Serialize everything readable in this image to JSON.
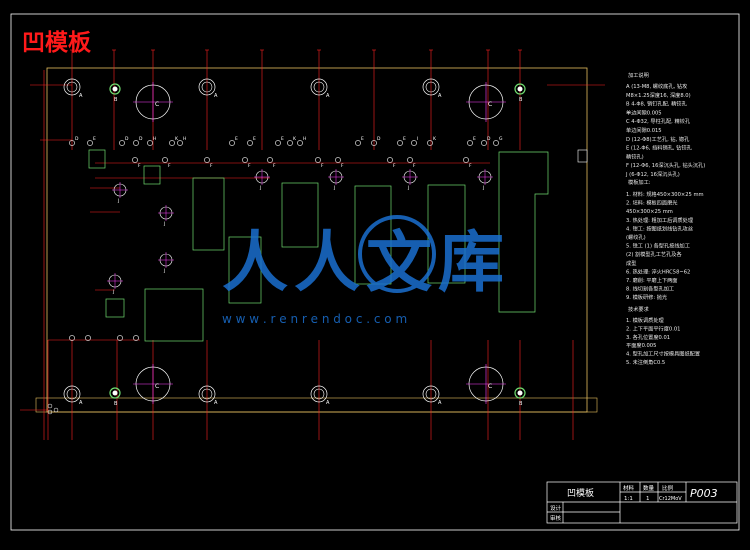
{
  "drawing": {
    "title": "凹模板",
    "watermark_text": "人人文库",
    "watermark_url": "w w w . r e n r e n d o c . c o m",
    "colors": {
      "background": "#000000",
      "outline": "#ffffff",
      "plate": "#e8c060",
      "dimension": "#ff2020",
      "holes": "#ffffff",
      "pockets": "#6fdc6f",
      "center_marks": "#ff40ff",
      "watermark": "#1a6fcf",
      "title_red": "#ff1a1a"
    },
    "hole_labels": [
      "A",
      "B",
      "C",
      "D",
      "E",
      "F",
      "G",
      "H",
      "I",
      "J",
      "K"
    ],
    "notes_heading_1": "加工说明",
    "notes_1": [
      "A  (13-M8, 螺纹底孔, 钻攻",
      "    M8×1.25深度16, 深度8.0)",
      "B  4-Φ8, 销钉孔配, 精铰孔",
      "    单边间隙0.005",
      "C  4-Φ32, 导柱孔配, 精铰孔",
      "    单边间隙0.015",
      "D  (12-Φ8)工艺孔, 钻, 锪孔",
      "E  (12-Φ6, 挡料销孔, 钻铰孔",
      "    精铰孔)",
      "F  (12-Φ6, 16深沉头孔, 钻头沉孔)",
      "J  (6-Φ12, 16深沉头孔)"
    ],
    "notes_heading_2": "模板加工:",
    "notes_2": [
      "1. 材料: 规格450×300×25 mm",
      "2. 坯料: 模板四面磨光",
      "    450×300×25 mm",
      "3. 热处理: 粗加工后调质处理",
      "4. 钳工: 按图纸划线钻孔攻丝",
      "    (螺纹孔)",
      "5. 铣工 (1) 各型孔按线加工",
      "    (2) 割模型孔工艺孔及各",
      "    成型",
      "6. 热处理: 淬火HRC58~62",
      "7. 磨削: 平磨上下两面",
      "8. 线切割各型孔加工",
      "9. 模板研修: 抛光"
    ],
    "notes_heading_3": "技术要求",
    "notes_3": [
      "1. 模板调质处理",
      "2. 上下平面平行度0.01",
      "3. 各孔位置度0.01",
      "    平面度0.005",
      "4. 型孔加工尺寸按模具图纸配置",
      "5. 未注倒角C0.5"
    ],
    "title_block": {
      "part_name": "凹模板",
      "header_material": "材料",
      "header_qty": "数量",
      "header_scale": "比例",
      "material": "Cr12MoV",
      "quantity": "1",
      "scale": "1:1",
      "drawing_number": "P003",
      "row_design": "设计",
      "row_check": "审核"
    }
  }
}
